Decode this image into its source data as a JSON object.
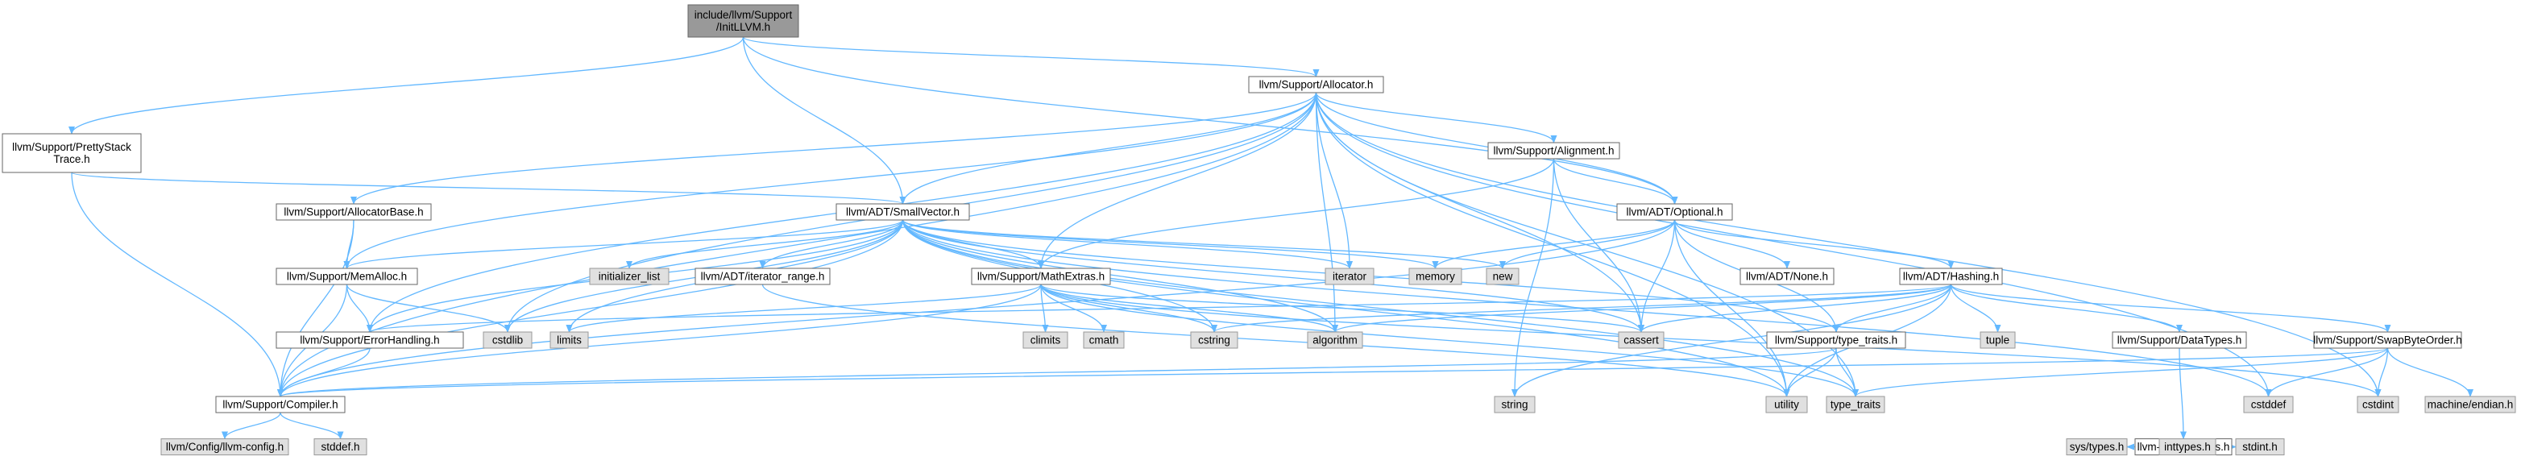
{
  "colors": {
    "edge": "#63b8ff",
    "root_fill": "#999999",
    "file_fill": "#ffffff",
    "system_fill": "#e0e0e0",
    "border": "#666666"
  },
  "nodes": [
    {
      "id": "root",
      "lines": [
        "include/llvm/Support",
        "/InitLLVM.h"
      ],
      "kind": "root"
    },
    {
      "id": "pst",
      "lines": [
        "llvm/Support/PrettyStack",
        "Trace.h"
      ],
      "kind": "file"
    },
    {
      "id": "alloc",
      "lines": [
        "llvm/Support/Allocator.h"
      ],
      "kind": "file"
    },
    {
      "id": "align",
      "lines": [
        "llvm/Support/Alignment.h"
      ],
      "kind": "file"
    },
    {
      "id": "allocbase",
      "lines": [
        "llvm/Support/AllocatorBase.h"
      ],
      "kind": "file"
    },
    {
      "id": "smallvec",
      "lines": [
        "llvm/ADT/SmallVector.h"
      ],
      "kind": "file"
    },
    {
      "id": "optional",
      "lines": [
        "llvm/ADT/Optional.h"
      ],
      "kind": "file"
    },
    {
      "id": "memalloc",
      "lines": [
        "llvm/Support/MemAlloc.h"
      ],
      "kind": "file"
    },
    {
      "id": "initlist",
      "lines": [
        "initializer_list"
      ],
      "kind": "system"
    },
    {
      "id": "iterrange",
      "lines": [
        "llvm/ADT/iterator_range.h"
      ],
      "kind": "file"
    },
    {
      "id": "mathextras",
      "lines": [
        "llvm/Support/MathExtras.h"
      ],
      "kind": "file"
    },
    {
      "id": "iterator",
      "lines": [
        "iterator"
      ],
      "kind": "system"
    },
    {
      "id": "memory",
      "lines": [
        "memory"
      ],
      "kind": "system"
    },
    {
      "id": "new",
      "lines": [
        "new"
      ],
      "kind": "system"
    },
    {
      "id": "none",
      "lines": [
        "llvm/ADT/None.h"
      ],
      "kind": "file"
    },
    {
      "id": "hashing",
      "lines": [
        "llvm/ADT/Hashing.h"
      ],
      "kind": "file"
    },
    {
      "id": "errhandling",
      "lines": [
        "llvm/Support/ErrorHandling.h"
      ],
      "kind": "file"
    },
    {
      "id": "cstdlib",
      "lines": [
        "cstdlib"
      ],
      "kind": "system"
    },
    {
      "id": "limits",
      "lines": [
        "limits"
      ],
      "kind": "system"
    },
    {
      "id": "climits",
      "lines": [
        "climits"
      ],
      "kind": "system"
    },
    {
      "id": "cmath",
      "lines": [
        "cmath"
      ],
      "kind": "system"
    },
    {
      "id": "cstring",
      "lines": [
        "cstring"
      ],
      "kind": "system"
    },
    {
      "id": "algorithm",
      "lines": [
        "algorithm"
      ],
      "kind": "system"
    },
    {
      "id": "cassert",
      "lines": [
        "cassert"
      ],
      "kind": "system"
    },
    {
      "id": "typetraitsh",
      "lines": [
        "llvm/Support/type_traits.h"
      ],
      "kind": "file"
    },
    {
      "id": "tuple",
      "lines": [
        "tuple"
      ],
      "kind": "system"
    },
    {
      "id": "datatypes",
      "lines": [
        "llvm/Support/DataTypes.h"
      ],
      "kind": "file"
    },
    {
      "id": "swapbyte",
      "lines": [
        "llvm/Support/SwapByteOrder.h"
      ],
      "kind": "file"
    },
    {
      "id": "compiler",
      "lines": [
        "llvm/Support/Compiler.h"
      ],
      "kind": "file"
    },
    {
      "id": "string",
      "lines": [
        "string"
      ],
      "kind": "system"
    },
    {
      "id": "utility",
      "lines": [
        "utility"
      ],
      "kind": "system"
    },
    {
      "id": "type_traits",
      "lines": [
        "type_traits"
      ],
      "kind": "system"
    },
    {
      "id": "cstddef",
      "lines": [
        "cstddef"
      ],
      "kind": "system"
    },
    {
      "id": "cstdint",
      "lines": [
        "cstdint"
      ],
      "kind": "system"
    },
    {
      "id": "machendian",
      "lines": [
        "machine/endian.h"
      ],
      "kind": "system"
    },
    {
      "id": "cdatatypes",
      "lines": [
        "llvm-c/DataTypes.h"
      ],
      "kind": "file"
    },
    {
      "id": "llvmconfig",
      "lines": [
        "llvm/Config/llvm-config.h"
      ],
      "kind": "system"
    },
    {
      "id": "stddef",
      "lines": [
        "stddef.h"
      ],
      "kind": "system"
    },
    {
      "id": "systypes",
      "lines": [
        "sys/types.h"
      ],
      "kind": "system"
    },
    {
      "id": "inttypes",
      "lines": [
        "inttypes.h"
      ],
      "kind": "system"
    },
    {
      "id": "stdint",
      "lines": [
        "stdint.h"
      ],
      "kind": "system"
    }
  ],
  "edges": [
    [
      "root",
      "pst"
    ],
    [
      "root",
      "alloc"
    ],
    [
      "root",
      "smallvec"
    ],
    [
      "root",
      "optional"
    ],
    [
      "pst",
      "compiler"
    ],
    [
      "pst",
      "smallvec"
    ],
    [
      "alloc",
      "align"
    ],
    [
      "alloc",
      "allocbase"
    ],
    [
      "alloc",
      "smallvec"
    ],
    [
      "alloc",
      "optional"
    ],
    [
      "alloc",
      "memalloc"
    ],
    [
      "alloc",
      "mathextras"
    ],
    [
      "alloc",
      "errhandling"
    ],
    [
      "alloc",
      "compiler"
    ],
    [
      "alloc",
      "iterator"
    ],
    [
      "alloc",
      "algorithm"
    ],
    [
      "alloc",
      "cassert"
    ],
    [
      "alloc",
      "cstddef"
    ],
    [
      "alloc",
      "cstdint"
    ],
    [
      "alloc",
      "cstdlib"
    ],
    [
      "alloc",
      "type_traits"
    ],
    [
      "alloc",
      "utility"
    ],
    [
      "align",
      "mathextras"
    ],
    [
      "align",
      "optional"
    ],
    [
      "align",
      "cassert"
    ],
    [
      "align",
      "string"
    ],
    [
      "allocbase",
      "compiler"
    ],
    [
      "allocbase",
      "memalloc"
    ],
    [
      "smallvec",
      "compiler"
    ],
    [
      "smallvec",
      "memalloc"
    ],
    [
      "smallvec",
      "errhandling"
    ],
    [
      "smallvec",
      "initlist"
    ],
    [
      "smallvec",
      "iterrange"
    ],
    [
      "smallvec",
      "mathextras"
    ],
    [
      "smallvec",
      "typetraitsh"
    ],
    [
      "smallvec",
      "algorithm"
    ],
    [
      "smallvec",
      "cassert"
    ],
    [
      "smallvec",
      "cstddef"
    ],
    [
      "smallvec",
      "cstdlib"
    ],
    [
      "smallvec",
      "cstring"
    ],
    [
      "smallvec",
      "iterator"
    ],
    [
      "smallvec",
      "limits"
    ],
    [
      "smallvec",
      "memory"
    ],
    [
      "smallvec",
      "new"
    ],
    [
      "smallvec",
      "type_traits"
    ],
    [
      "smallvec",
      "utility"
    ],
    [
      "optional",
      "none"
    ],
    [
      "optional",
      "hashing"
    ],
    [
      "optional",
      "compiler"
    ],
    [
      "optional",
      "typetraitsh"
    ],
    [
      "optional",
      "cassert"
    ],
    [
      "optional",
      "memory"
    ],
    [
      "optional",
      "new"
    ],
    [
      "optional",
      "utility"
    ],
    [
      "memalloc",
      "compiler"
    ],
    [
      "memalloc",
      "errhandling"
    ],
    [
      "memalloc",
      "cstdlib"
    ],
    [
      "iterrange",
      "utility"
    ],
    [
      "mathextras",
      "compiler"
    ],
    [
      "mathextras",
      "algorithm"
    ],
    [
      "mathextras",
      "cassert"
    ],
    [
      "mathextras",
      "climits"
    ],
    [
      "mathextras",
      "cmath"
    ],
    [
      "mathextras",
      "cstdint"
    ],
    [
      "mathextras",
      "cstring"
    ],
    [
      "mathextras",
      "limits"
    ],
    [
      "mathextras",
      "type_traits"
    ],
    [
      "hashing",
      "errhandling"
    ],
    [
      "hashing",
      "datatypes"
    ],
    [
      "hashing",
      "swapbyte"
    ],
    [
      "hashing",
      "typetraitsh"
    ],
    [
      "hashing",
      "algorithm"
    ],
    [
      "hashing",
      "cassert"
    ],
    [
      "hashing",
      "cstring"
    ],
    [
      "hashing",
      "string"
    ],
    [
      "hashing",
      "tuple"
    ],
    [
      "hashing",
      "utility"
    ],
    [
      "errhandling",
      "compiler"
    ],
    [
      "typetraitsh",
      "compiler"
    ],
    [
      "typetraitsh",
      "type_traits"
    ],
    [
      "typetraitsh",
      "utility"
    ],
    [
      "datatypes",
      "cdatatypes"
    ],
    [
      "swapbyte",
      "compiler"
    ],
    [
      "swapbyte",
      "type_traits"
    ],
    [
      "swapbyte",
      "cstddef"
    ],
    [
      "swapbyte",
      "cstdint"
    ],
    [
      "swapbyte",
      "machendian"
    ],
    [
      "compiler",
      "llvmconfig"
    ],
    [
      "compiler",
      "stddef"
    ],
    [
      "cdatatypes",
      "systypes"
    ],
    [
      "cdatatypes",
      "inttypes"
    ],
    [
      "cdatatypes",
      "stdint"
    ]
  ]
}
